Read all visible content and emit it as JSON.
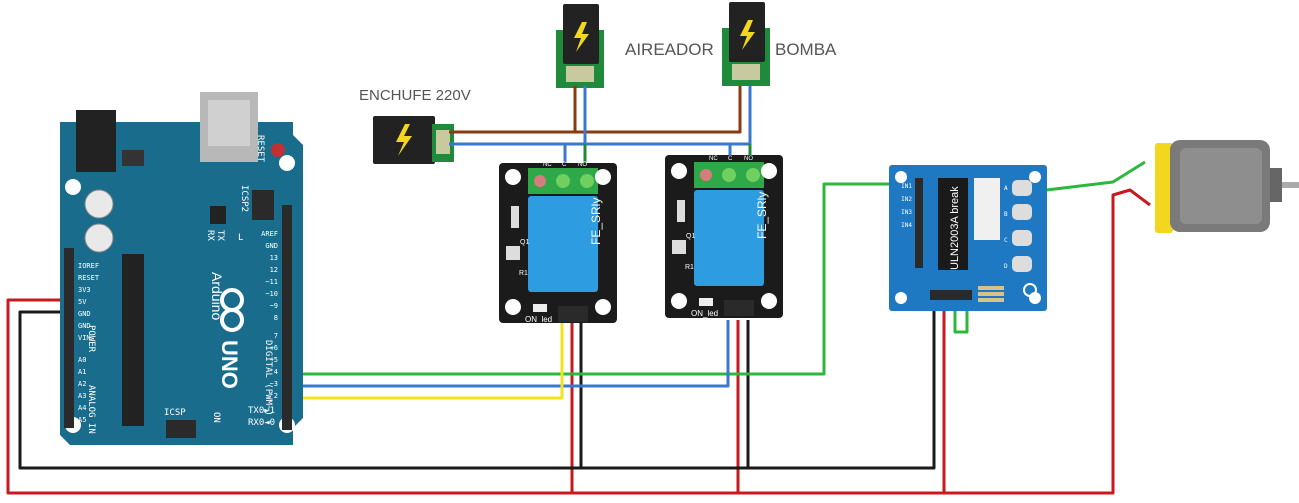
{
  "labels": {
    "outlet": "ENCHUFE 220V",
    "aerator": "AIREADOR",
    "pump": "BOMBA"
  },
  "arduino": {
    "brand": "Arduino",
    "model": "UNO",
    "reset": "RESET",
    "icsp": "ICSP",
    "icsp2": "ICSP2",
    "tx": "TX",
    "rx": "RX",
    "l": "L",
    "on": "ON",
    "power": "POWER",
    "analog_in": "ANALOG IN",
    "digital": "DIGITAL (PWM~)",
    "tx_pin": "TX0►1",
    "rx_pin": "RX0◄0",
    "top_pins": [
      "AREF",
      "GND",
      "13",
      "12",
      "~11",
      "~10",
      "~9",
      "8"
    ],
    "mid_pins": [
      "7",
      "~6",
      "~5",
      "4",
      "~3",
      "2"
    ],
    "power_pins": [
      "IOREF",
      "RESET",
      "3V3",
      "5V",
      "GND",
      "GND",
      "VIN"
    ],
    "analog_pins": [
      "A0",
      "A1",
      "A2",
      "A3",
      "A4",
      "A5"
    ]
  },
  "relays": [
    {
      "label": "FE_SRly",
      "led": "ON_led",
      "q": "Q1",
      "r": "R1",
      "nc": "NC",
      "c": "C",
      "no": "NO"
    },
    {
      "label": "FE_SRly",
      "led": "ON_led",
      "q": "Q1",
      "r": "R1",
      "nc": "NC",
      "c": "C",
      "no": "NO"
    }
  ],
  "driver": {
    "chip": "ULN2003A break",
    "inputs": [
      "IN1",
      "IN2",
      "IN3",
      "IN4"
    ],
    "outputs": [
      "A",
      "B",
      "C",
      "D"
    ]
  },
  "colors": {
    "board": "#1a6c8c",
    "relay": "#1b1b1b",
    "relay_block": "#2e9ce0",
    "driver": "#1e78c2",
    "wire_red": "#c8191e",
    "wire_black": "#1a1a1a",
    "wire_green": "#2db83d",
    "wire_blue": "#3a78d0",
    "wire_yellow": "#f2e41c",
    "wire_brown": "#8a3b12",
    "motor_yellow": "#f2d71e"
  }
}
